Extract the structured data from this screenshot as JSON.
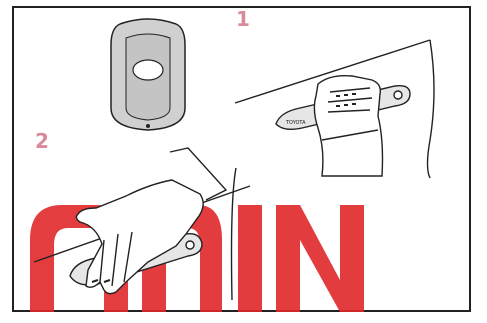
{
  "steps": [
    {
      "number": "1"
    },
    {
      "number": "2"
    }
  ],
  "colors": {
    "line": "#222222",
    "step_label": "#d98a98",
    "watermark": "#e0282a",
    "key_fob_body": "#d9d9d9",
    "key_fob_button": "#ffffff"
  },
  "illustrations": {
    "key_fob_icon": "smart-key-fob-icon",
    "door_handle_grip_icon": "hand-gripping-door-handle-icon",
    "door_handle_touch_icon": "hand-touching-door-handle-icon",
    "watermark_logo": "watermark-logo"
  }
}
